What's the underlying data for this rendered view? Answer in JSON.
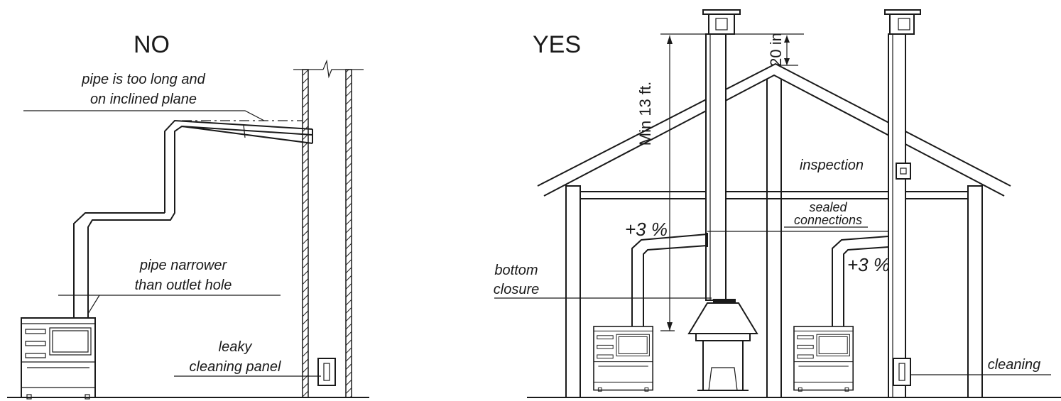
{
  "panels": {
    "no": {
      "heading": "NO",
      "labels": {
        "pipe_long_1": "pipe is too long and",
        "pipe_long_2": "on inclined plane",
        "narrow_1": "pipe narrower",
        "narrow_2": "than outlet hole",
        "leaky_1": "leaky",
        "leaky_2": "cleaning panel"
      }
    },
    "yes": {
      "heading": "YES",
      "labels": {
        "min_height": "Min 13 ft.",
        "clearance": "20 in",
        "inspection": "inspection",
        "sealed_1": "sealed",
        "sealed_2": "connections",
        "slope_left": "+3 %",
        "slope_right": "+3 %",
        "bottom_1": "bottom",
        "bottom_2": "closure",
        "cleaning": "cleaning"
      }
    }
  },
  "colors": {
    "line": "#1a1a1a",
    "background": "#ffffff"
  }
}
